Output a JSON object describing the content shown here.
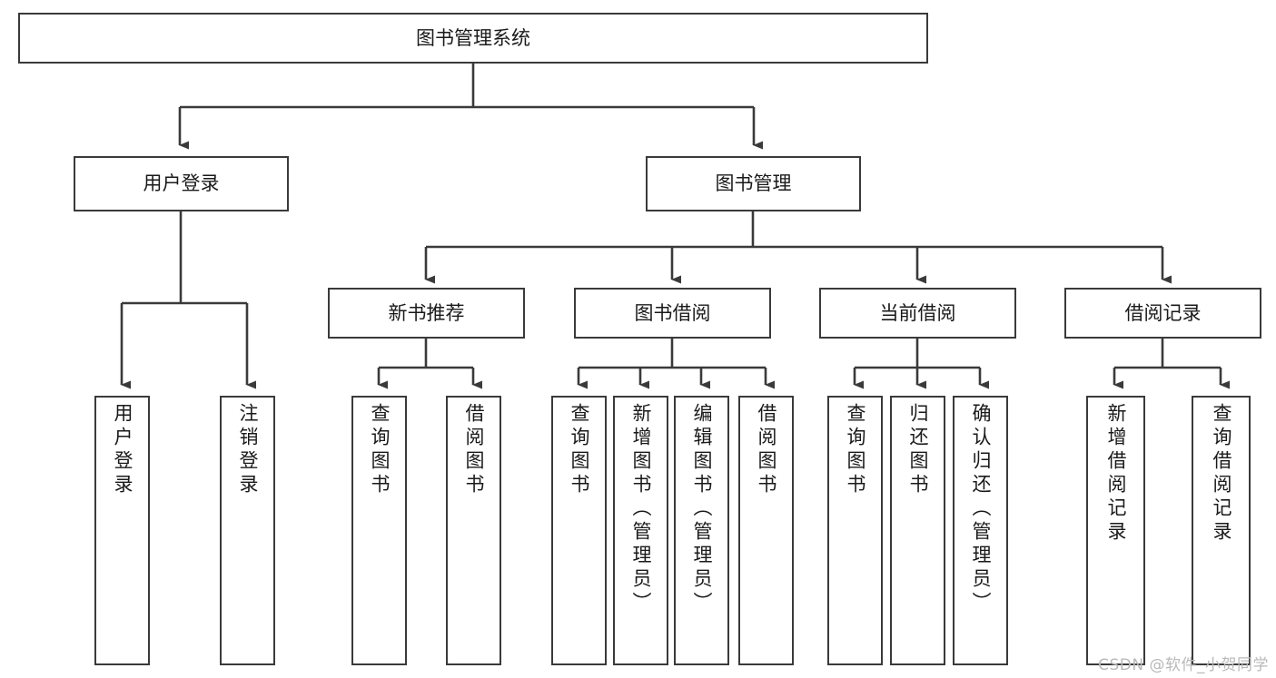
{
  "diagram": {
    "title": "图书管理系统",
    "watermark": "CSDN @软件_小贺同学",
    "colors": {
      "box_border": "#3a3a3a",
      "box_fill": "#ffffff",
      "line": "#3a3a3a",
      "text": "#1a1a1a",
      "watermark": "#b9b9b9",
      "background": "#ffffff"
    },
    "root": {
      "label": "图书管理系统"
    },
    "level2": [
      {
        "label": "用户登录"
      },
      {
        "label": "图书管理"
      }
    ],
    "level3": [
      {
        "label": "新书推荐"
      },
      {
        "label": "图书借阅"
      },
      {
        "label": "当前借阅"
      },
      {
        "label": "借阅记录"
      }
    ],
    "leaves": {
      "user_login": [
        {
          "label": "用户登录"
        },
        {
          "label": "注销登录"
        }
      ],
      "new_book": [
        {
          "label": "查询图书"
        },
        {
          "label": "借阅图书"
        }
      ],
      "book_borrow": [
        {
          "label": "查询图书"
        },
        {
          "label": "新增图书（管理员）"
        },
        {
          "label": "编辑图书（管理员）"
        },
        {
          "label": "借阅图书"
        }
      ],
      "current_borrow": [
        {
          "label": "查询图书"
        },
        {
          "label": "归还图书"
        },
        {
          "label": "确认归还（管理员）"
        }
      ],
      "borrow_record": [
        {
          "label": "新增借阅记录"
        },
        {
          "label": "查询借阅记录"
        }
      ]
    }
  }
}
